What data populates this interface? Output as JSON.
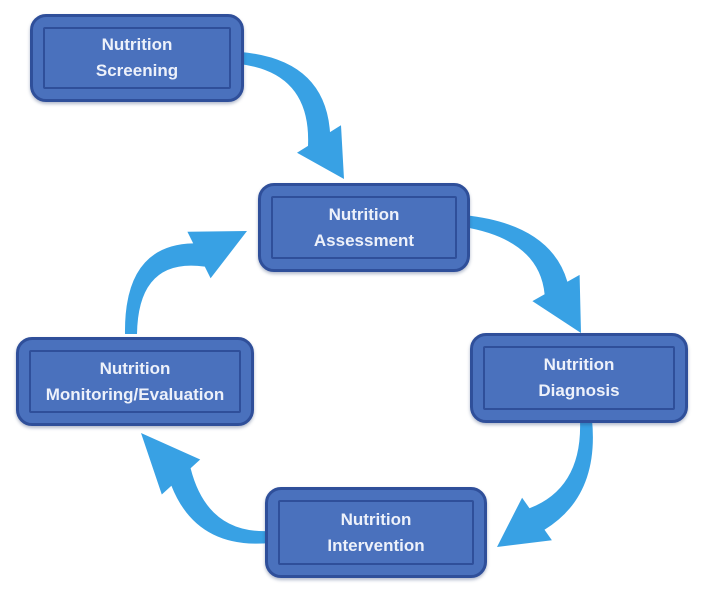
{
  "diagram": {
    "type": "cycle-flowchart",
    "background": "#ffffff",
    "colors": {
      "box_fill": "#4a71bd",
      "box_border": "#2f4f9a",
      "box_text": "#edf1fa",
      "arrow": "#38a1e4"
    },
    "nodes": [
      {
        "id": "screening",
        "line1": "Nutrition",
        "line2": "Screening"
      },
      {
        "id": "assessment",
        "line1": "Nutrition",
        "line2": "Assessment"
      },
      {
        "id": "diagnosis",
        "line1": "Nutrition",
        "line2": "Diagnosis"
      },
      {
        "id": "intervention",
        "line1": "Nutrition",
        "line2": "Intervention"
      },
      {
        "id": "monitoring",
        "line1": "Nutrition",
        "line2": "Monitoring/Evaluation"
      }
    ],
    "arrows": [
      {
        "from": "screening",
        "to": "assessment"
      },
      {
        "from": "assessment",
        "to": "diagnosis"
      },
      {
        "from": "diagnosis",
        "to": "intervention"
      },
      {
        "from": "intervention",
        "to": "monitoring"
      },
      {
        "from": "monitoring",
        "to": "assessment"
      }
    ]
  }
}
